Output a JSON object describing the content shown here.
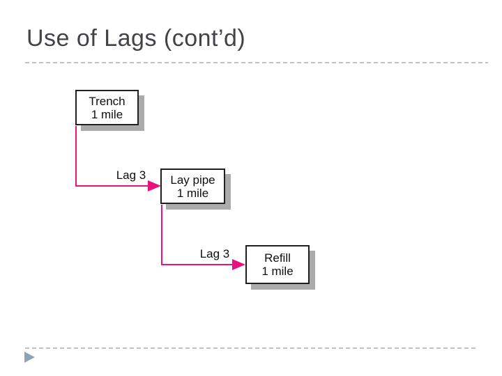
{
  "slide": {
    "title": "Use of Lags (cont’d)"
  },
  "diagram": {
    "nodes": [
      {
        "id": "trench",
        "line1": "Trench",
        "line2": "1 mile"
      },
      {
        "id": "lay-pipe",
        "line1": "Lay pipe",
        "line2": "1 mile"
      },
      {
        "id": "refill",
        "line1": "Refill",
        "line2": "1 mile"
      }
    ],
    "connectors": [
      {
        "from": "trench",
        "to": "lay-pipe",
        "label": "Lag 3",
        "direction": "down-then-right"
      },
      {
        "from": "lay-pipe",
        "to": "refill",
        "label": "Lag 3",
        "direction": "down-then-right"
      }
    ]
  },
  "icons": {
    "footer_marker": "play-triangle-icon",
    "connector_arrowhead": "arrowhead-right-icon"
  },
  "colors": {
    "accent_arrow": "#e8137d",
    "box_border": "#1f1f1f",
    "box_shadow": "#ababab",
    "title_text": "#424349",
    "divider": "#bfc3c7",
    "footer_marker": "#8ea3b6"
  }
}
